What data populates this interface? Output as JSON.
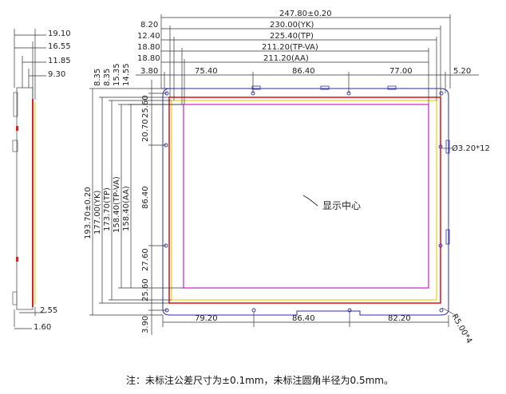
{
  "colors": {
    "outline": "#2b2bb0",
    "panel_red": "#e02020",
    "panel_yellow": "#e8d83a",
    "panel_magenta": "#d040d0",
    "dimension": "#333333"
  },
  "top_dims": {
    "overall": "247.80±0.20",
    "yk": "230.00(YK)",
    "tp": "225.40(TP)",
    "tp_va": "211.20(TP-VA)",
    "aa": "211.20(AA)",
    "off_820": "8.20",
    "off_1240": "12.40",
    "off_1880a": "18.80",
    "off_1880b": "18.80",
    "off_380": "3.80",
    "seg_7540": "75.40",
    "seg_8640": "86.40",
    "seg_7700": "77.00",
    "off_520": "5.20"
  },
  "bottom_dims": {
    "seg_7920": "79.20",
    "seg_8640": "86.40",
    "seg_8220": "82.20",
    "radius": "R5.00*4"
  },
  "left_dims": {
    "overall": "193.70±0.20",
    "yk": "177.00(YK)",
    "tp": "173.70(TP)",
    "tp_va": "158.40(TP-VA)",
    "aa": "158.40(AA)",
    "off_835a": "8.35",
    "off_835b": "8.35",
    "off_1535": "15.35",
    "off_1455": "14.55",
    "off_2560a": "25.60",
    "off_2070": "20.70",
    "seg_8640": "86.40",
    "off_2760": "27.60",
    "off_2560b": "25.60",
    "off_390": "3.90"
  },
  "side_dims": {
    "d_1910": "19.10",
    "d_1655": "16.55",
    "d_1185": "11.85",
    "d_930": "9.30",
    "d_255": "2.55",
    "d_160": "1.60"
  },
  "hole_label": "Ø3.20*12",
  "center_label": "显示中心",
  "note": "注：未标注公差尺寸为±0.1mm，未标注圆角半径为0.5mm。"
}
